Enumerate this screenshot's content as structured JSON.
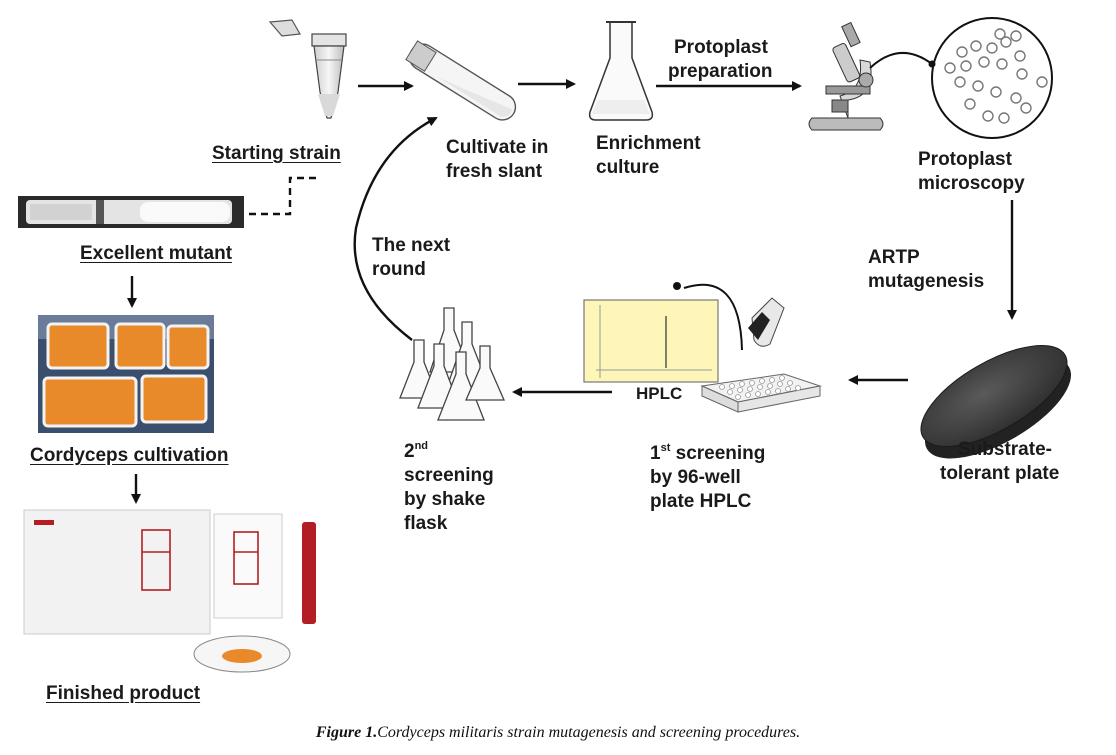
{
  "labels": {
    "starting_strain": "Starting strain",
    "cultivate": [
      "Cultivate in",
      "fresh slant"
    ],
    "enrichment": [
      "Enrichment",
      "culture"
    ],
    "protoplast_prep": [
      "Protoplast",
      "preparation"
    ],
    "protoplast_micro": [
      "Protoplast",
      "microscopy"
    ],
    "artp": [
      "ARTP",
      "mutagenesis"
    ],
    "substrate": [
      "Substrate-",
      "tolerant plate"
    ],
    "hplc": "HPLC",
    "first_screening": {
      "num": "1",
      "sup": "st",
      "rest": " screening",
      "lines": [
        "by 96-well",
        "plate HPLC"
      ]
    },
    "second_screening": {
      "num": "2",
      "sup": "nd",
      "lines": [
        "screening",
        "by shake",
        "flask"
      ]
    },
    "next_round": [
      "The next",
      "round"
    ],
    "excellent_mutant": "Excellent mutant",
    "cordyceps_cultivation": "Cordyceps cultivation",
    "finished_product": "Finished product"
  },
  "caption": {
    "prefix": "Figure 1.",
    "text": "Cordyceps militaris strain mutagenesis and screening procedures."
  },
  "colors": {
    "arrow": "#111111",
    "hplc_screen": "#fdf6b8",
    "cordyceps_orange": "#e88a2a",
    "tray_blue": "#3a4e6e",
    "package_red": "#b21e24",
    "plate_dark": "#3c3c3c"
  }
}
